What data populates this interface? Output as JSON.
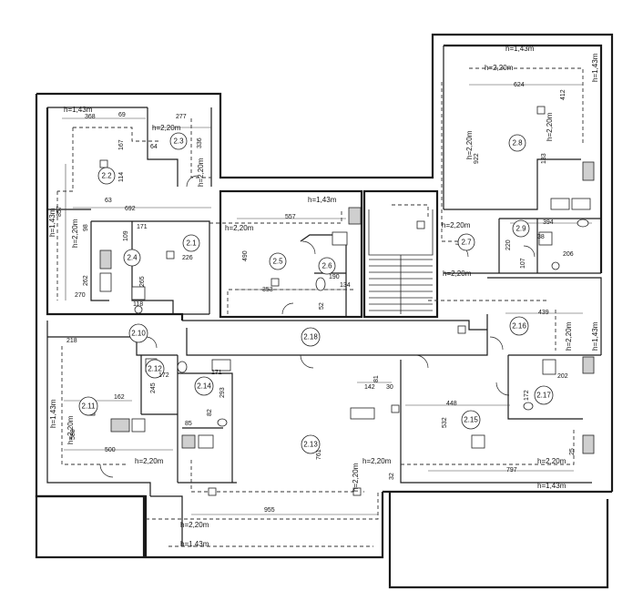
{
  "rooms": [
    {
      "id": "2.1",
      "label": "2.1"
    },
    {
      "id": "2.2",
      "label": "2.2"
    },
    {
      "id": "2.3",
      "label": "2.3"
    },
    {
      "id": "2.4",
      "label": "2.4"
    },
    {
      "id": "2.5",
      "label": "2.5"
    },
    {
      "id": "2.6",
      "label": "2.6"
    },
    {
      "id": "2.7",
      "label": "2.7"
    },
    {
      "id": "2.8",
      "label": "2.8"
    },
    {
      "id": "2.9",
      "label": "2.9"
    },
    {
      "id": "2.10",
      "label": "2.10"
    },
    {
      "id": "2.11",
      "label": "2.11"
    },
    {
      "id": "2.12",
      "label": "2.12"
    },
    {
      "id": "2.13",
      "label": "2.13"
    },
    {
      "id": "2.14",
      "label": "2.14"
    },
    {
      "id": "2.15",
      "label": "2.15"
    },
    {
      "id": "2.16",
      "label": "2.16"
    },
    {
      "id": "2.17",
      "label": "2.17"
    },
    {
      "id": "2.18",
      "label": "2.18"
    }
  ],
  "heights": {
    "h143": "h=1,43m",
    "h220": "h=2,20m"
  },
  "dimensions": {
    "d368": "368",
    "d69": "69",
    "d277": "277",
    "d167": "167",
    "d64": "64",
    "d336": "336",
    "d114": "114",
    "d857": "857",
    "d63": "63",
    "d692": "692",
    "d98": "98",
    "d171": "171",
    "d109": "109",
    "d226": "226",
    "d262": "262",
    "d265": "265",
    "d270": "270",
    "d118": "118",
    "d557": "557",
    "d490": "490",
    "d353": "353",
    "d190": "190",
    "d134": "134",
    "d52": "52",
    "d624": "624",
    "d412": "412",
    "d922": "922",
    "d394": "394",
    "d220": "220",
    "d38": "38",
    "d206": "206",
    "d107": "107",
    "d439": "439",
    "d218": "218",
    "d172": "172",
    "d171b": "171",
    "d162": "162",
    "d245": "245",
    "d82": "82",
    "d293": "293",
    "d85": "85",
    "d588": "588",
    "d500": "500",
    "d81": "81",
    "d142": "142",
    "d30": "30",
    "d761": "761",
    "d955": "955",
    "d448": "448",
    "d532": "532",
    "d172b": "172",
    "d202": "202",
    "d797": "797",
    "d32": "32",
    "d25": "25",
    "d133": "133"
  }
}
